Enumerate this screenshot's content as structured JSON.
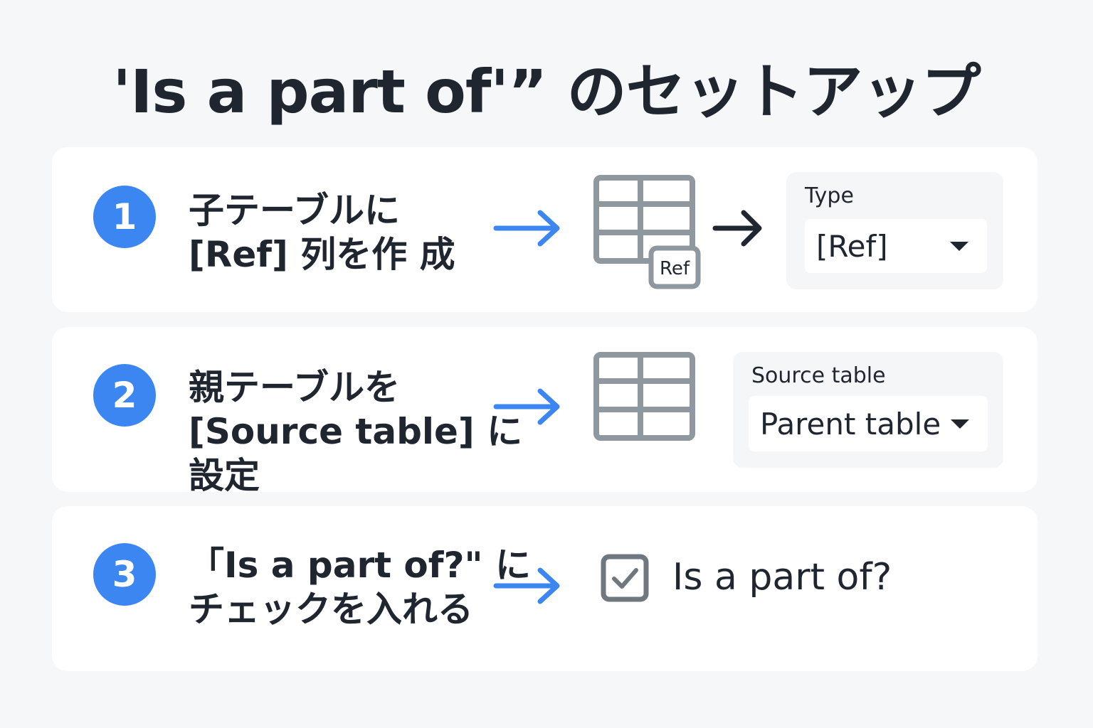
{
  "title": "'Is a part of'” のセットアップ",
  "steps": [
    {
      "number": "1",
      "text": "子テーブルに\n[Ref] 列を作 成",
      "badge": "Ref",
      "field_label": "Type",
      "field_value": "[Ref]"
    },
    {
      "number": "2",
      "text": "親テーブルを\n[Source table] に\n設定",
      "field_label": "Source table",
      "field_value": "Parent table"
    },
    {
      "number": "3",
      "text": "「Is a part of?\" に\nチェックを入れる",
      "checkbox_label": "Is a part of?",
      "checked": true
    }
  ],
  "colors": {
    "accent": "#3b86f1",
    "text": "#1f2630",
    "icon_gray": "#8f979f"
  }
}
